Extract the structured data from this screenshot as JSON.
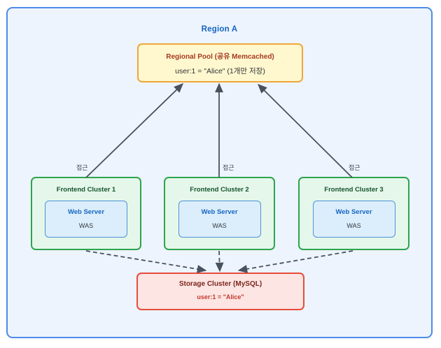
{
  "region": {
    "title": "Region A"
  },
  "regional_pool": {
    "title": "Regional Pool (공유 Memcached)",
    "value": "user:1 = \"Alice\" (1개만 저장)"
  },
  "clusters": [
    {
      "title": "Frontend Cluster 1",
      "server_title": "Web Server",
      "server_sub": "WAS"
    },
    {
      "title": "Frontend Cluster 2",
      "server_title": "Web Server",
      "server_sub": "WAS"
    },
    {
      "title": "Frontend Cluster 3",
      "server_title": "Web Server",
      "server_sub": "WAS"
    }
  ],
  "storage": {
    "title": "Storage Cluster (MySQL)",
    "value": "user:1 = \"Alice\""
  },
  "edges": {
    "access_labels": [
      "접근",
      "접근",
      "접근"
    ]
  },
  "colors": {
    "region_border": "#4D8BE8",
    "region_fill": "#EDF4FD",
    "region_title": "#1565C0",
    "pool_fill": "#FFF8CF",
    "pool_border": "#F0A63A",
    "pool_title": "#A63A21",
    "cluster_fill": "#E5F7EA",
    "cluster_border": "#2EA44F",
    "cluster_title": "#14532D",
    "server_fill": "#DCEEFC",
    "server_border": "#4B93D8",
    "server_title": "#1667C2",
    "storage_fill": "#FCE5E3",
    "storage_border": "#E74C3C",
    "storage_title": "#7C241C",
    "storage_value": "#C53A2F",
    "arrow": "#47525E"
  }
}
